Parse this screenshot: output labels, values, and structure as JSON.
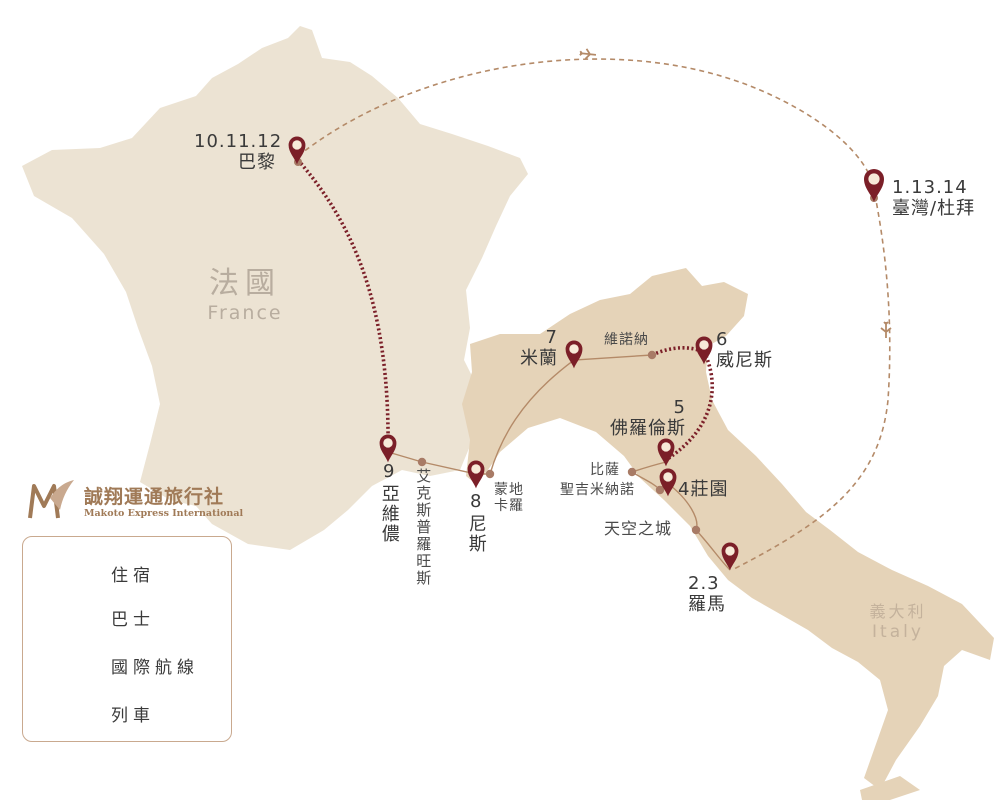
{
  "colors": {
    "france_land": "#ece3d3",
    "italy_land": "#e5d3b8",
    "bus_line": "#b48a68",
    "flight_line": "#b48a68",
    "train_line": "#7b1f28",
    "pin": "#7b1f28",
    "pin_inner": "#f7ead8",
    "small_stop": "#a87b66",
    "logo": "#a07a57"
  },
  "countries": {
    "france": {
      "zh": "法國",
      "en": "France"
    },
    "italy": {
      "zh": "義大利",
      "en": "Italy"
    }
  },
  "stops": {
    "paris": {
      "days": "10.11.12",
      "name": "巴黎"
    },
    "taiwan_dubai": {
      "days": "1.13.14",
      "name": "臺灣/杜拜"
    },
    "milan": {
      "days": "7",
      "name": "米蘭"
    },
    "verona": {
      "name": "維諾納"
    },
    "venice": {
      "days": "6",
      "name": "威尼斯"
    },
    "florence": {
      "days": "5",
      "name": "佛羅倫斯"
    },
    "pisa": {
      "name": "比薩"
    },
    "san_gimignano": {
      "name": "聖吉米納諾"
    },
    "manor": {
      "days": "4",
      "name": "莊園"
    },
    "civita": {
      "name": "天空之城"
    },
    "rome": {
      "days": "2.3",
      "name": "羅馬"
    },
    "avignon": {
      "days": "9",
      "name": "亞維儂"
    },
    "aix": {
      "name": "艾克斯普羅旺斯"
    },
    "nice": {
      "days": "8",
      "name": "尼斯"
    },
    "monaco": {
      "name_line1": "蒙地",
      "name_line2": "卡羅"
    }
  },
  "logo": {
    "name": "誠翔運通旅行社",
    "en": "Makoto Express International",
    "mark_icon": "M-wing-logo"
  },
  "legend": [
    {
      "icon": "map-pin-icon",
      "label": "住宿"
    },
    {
      "icon": "bus-line",
      "label": "巴士"
    },
    {
      "icon": "flight-dashed-line",
      "label": "國際航線"
    },
    {
      "icon": "train-dotted-line",
      "label": "列車"
    }
  ]
}
